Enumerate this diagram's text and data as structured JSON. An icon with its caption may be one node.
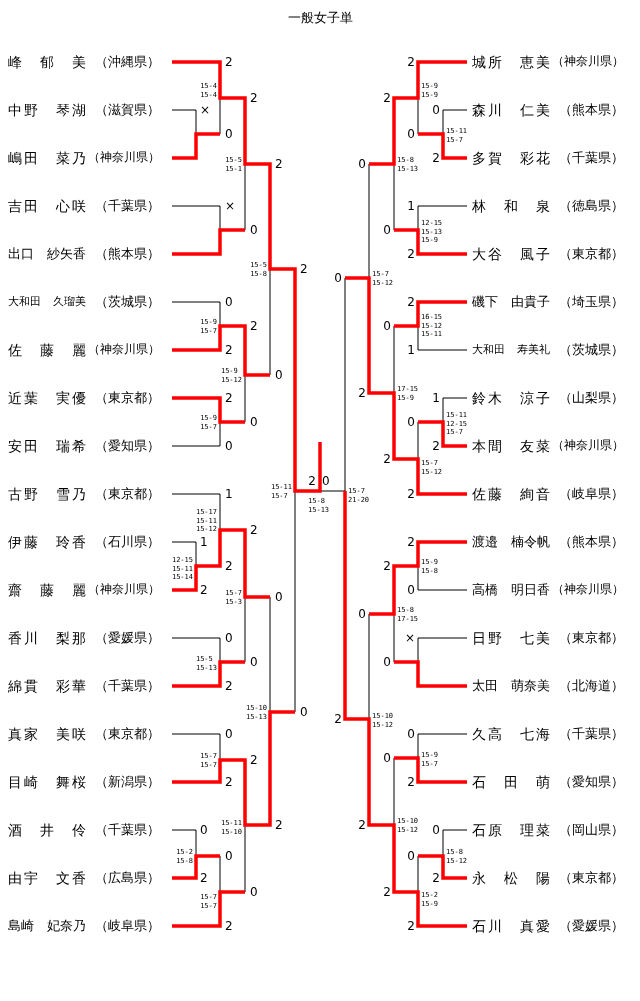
{
  "diagram": {
    "title": "一般女子単",
    "nodes": [
      {
        "text": [
          "峰　郁　美",
          "（沖縄県）"
        ]
      },
      {
        "text": [
          "中野　琴湖",
          "（滋賀県）"
        ]
      },
      {
        "text": [
          "嶋田　菜乃",
          "（神奈川県）"
        ]
      },
      {
        "text": [
          "吉田　心咲",
          "（千葉県）"
        ]
      },
      {
        "text": [
          "出口　紗矢香",
          "（熊本県）"
        ]
      },
      {
        "text": [
          "大和田　久瑠美",
          "（茨城県）"
        ]
      },
      {
        "text": [
          "佐　藤　麗",
          "（神奈川県）"
        ]
      },
      {
        "text": [
          "近葉　実優",
          "（東京都）"
        ]
      },
      {
        "text": [
          "安田　瑞希",
          "（愛知県）"
        ]
      },
      {
        "text": [
          "古野　雪乃",
          "（東京都）"
        ]
      },
      {
        "text": [
          "伊藤　玲香",
          "（石川県）"
        ]
      },
      {
        "text": [
          "齋　藤　麗",
          "（神奈川県）"
        ]
      },
      {
        "text": [
          "香川　梨那",
          "（愛媛県）"
        ]
      },
      {
        "text": [
          "綿貫　彩華",
          "（千葉県）"
        ]
      },
      {
        "text": [
          "真家　美咲",
          "（東京都）"
        ]
      },
      {
        "text": [
          "目崎　舞桜",
          "（新潟県）"
        ]
      },
      {
        "text": [
          "酒　井　伶",
          "（千葉県）"
        ]
      },
      {
        "text": [
          "由宇　文香",
          "（広島県）"
        ]
      },
      {
        "text": [
          "島崎　妃奈乃",
          "（岐阜県）"
        ]
      },
      {
        "text": [
          "城所　恵美",
          "（神奈川県）"
        ]
      },
      {
        "text": [
          "森川　仁美",
          "（熊本県）"
        ]
      },
      {
        "text": [
          "多賀　彩花",
          "（千葉県）"
        ]
      },
      {
        "text": [
          "林　和　泉",
          "（徳島県）"
        ]
      },
      {
        "text": [
          "大谷　風子",
          "（東京都）"
        ]
      },
      {
        "text": [
          "磯下　由貴子",
          "（埼玉県）"
        ]
      },
      {
        "text": [
          "大和田　寿美礼",
          "（茨城県）"
        ]
      },
      {
        "text": [
          "鈴木　涼子",
          "（山梨県）"
        ]
      },
      {
        "text": [
          "本間　友菜",
          "（神奈川県）"
        ]
      },
      {
        "text": [
          "佐藤　絢音",
          "（岐阜県）"
        ]
      },
      {
        "text": [
          "渡邉　楠令帆",
          "（熊本県）"
        ]
      },
      {
        "text": [
          "高橋　明日香",
          "（神奈川県）"
        ]
      },
      {
        "text": [
          "日野　七美",
          "（東京都）"
        ]
      },
      {
        "text": [
          "太田　萌奈美",
          "（北海道）"
        ]
      },
      {
        "text": [
          "久高　七海",
          "（千葉県）"
        ]
      },
      {
        "text": [
          "石　田　萌",
          "（愛知県）"
        ]
      },
      {
        "text": [
          "石原　理菜",
          "（岡山県）"
        ]
      },
      {
        "text": [
          "永　松　陽",
          "（東京都）"
        ]
      },
      {
        "text": [
          "石川　真愛",
          "（愛媛県）"
        ]
      }
    ],
    "labels": [
      "2",
      "2",
      "15-4 15-4",
      "15-9 15-9",
      "2",
      "2",
      "×",
      "0",
      "15-11 15-7",
      "0",
      "0",
      "15-5 15-1",
      "15-8 15-13",
      "2",
      "2",
      "0",
      "×",
      "1",
      "12-15 15-13 15-9",
      "0",
      "0",
      "2",
      "15-5 15-8",
      "2",
      "15-7 15-12",
      "0",
      "0",
      "2",
      "16-15 15-12 15-11",
      "15-9 15-7",
      "2",
      "0",
      "2",
      "1",
      "15-9 15-12",
      "0",
      "17-15 15-9",
      "2",
      "2",
      "1",
      "15-11 12-15 15-7",
      "15-9 15-7",
      "0",
      "0",
      "0",
      "2",
      "2",
      "15-7 15-12",
      "1",
      "15-11 15-7",
      "2",
      "0",
      "15-7 21-20",
      "2",
      "15-8 15-13",
      "15-17 15-11 15-12",
      "2",
      "1",
      "2",
      "12-15 15-11 15-14",
      "15-9 15-8",
      "2",
      "2",
      "15-7 15-3",
      "2",
      "0",
      "0",
      "15-8 17-15",
      "0",
      "0",
      "×",
      "15-5 15-13",
      "0",
      "0",
      "2",
      "15-10 15-13",
      "0",
      "15-10 15-12",
      "2",
      "0",
      "0",
      "15-7 15-7",
      "15-9 15-7",
      "2",
      "0",
      "2",
      "2",
      "15-11 15-10",
      "15-10 15-12",
      "2",
      "2",
      "0",
      "0",
      "15-2 15-8",
      "15-8 15-12",
      "0",
      "0",
      "2",
      "2",
      "15-7 15-7",
      "0",
      "2",
      "15-2 15-9",
      "2",
      "2"
    ]
  }
}
